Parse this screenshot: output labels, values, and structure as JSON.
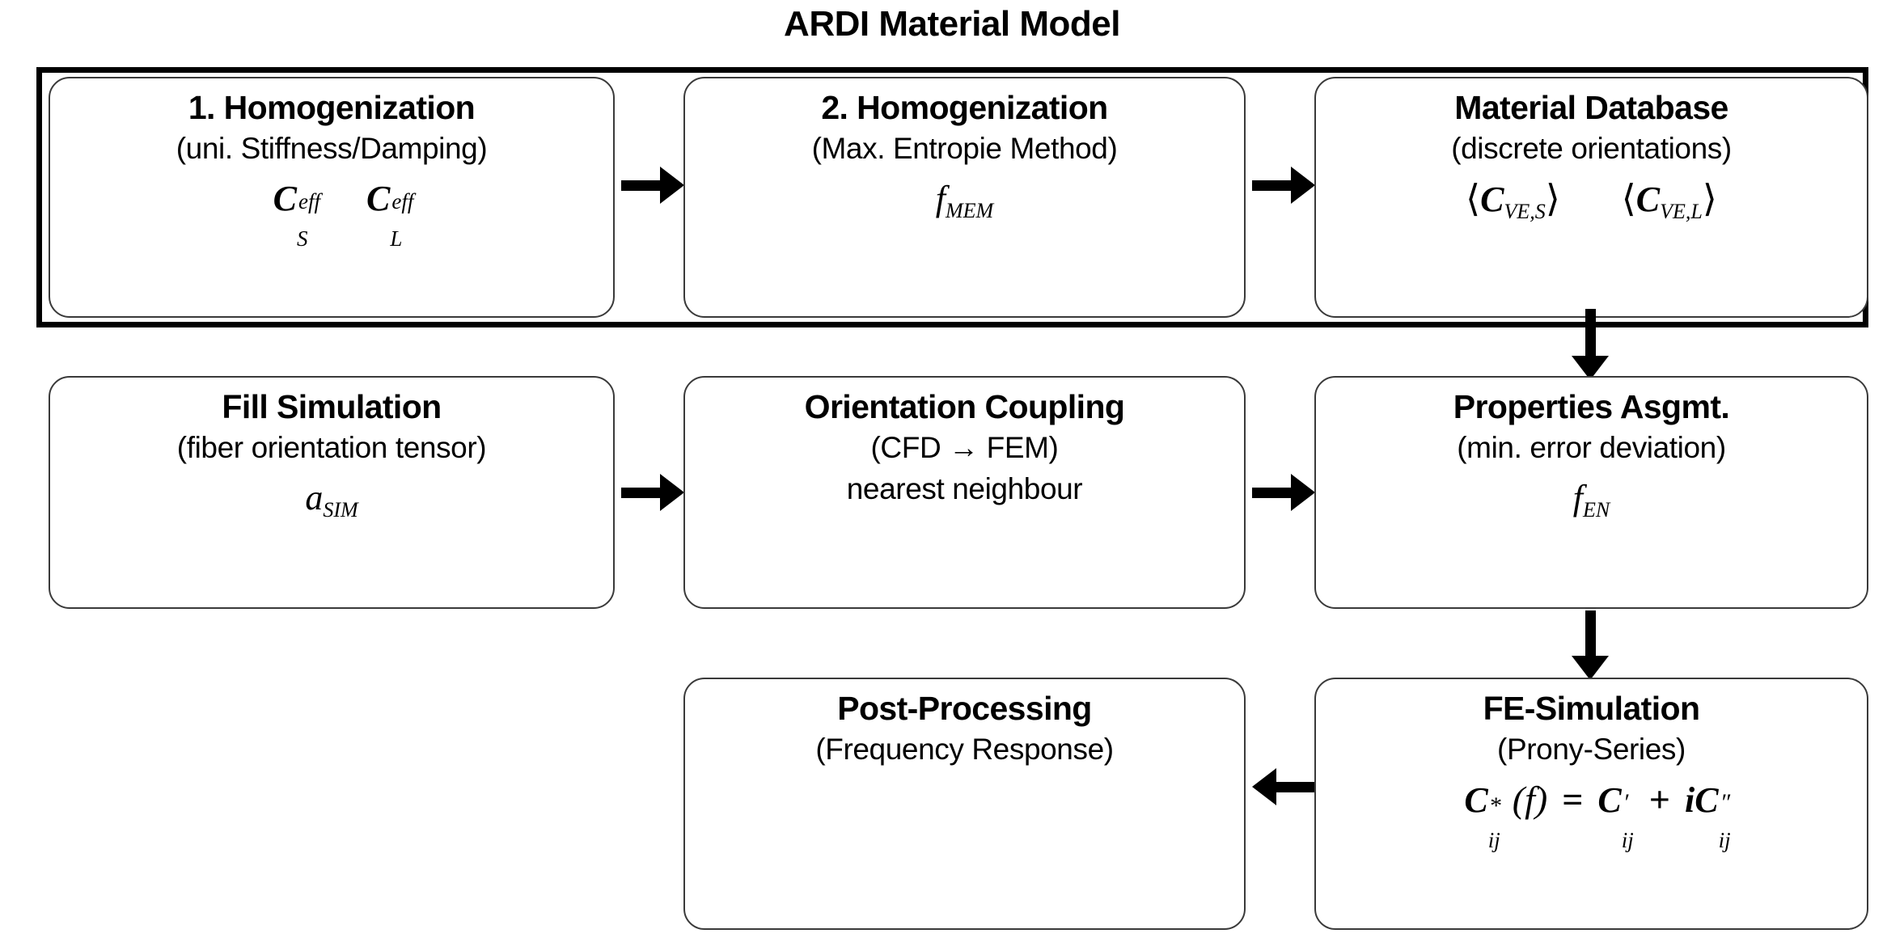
{
  "diagram": {
    "title": "ARDI Material Model",
    "group_frame_label": "ardi-material-model-group"
  },
  "nodes": {
    "homogenization1": {
      "title": "1. Homogenization",
      "subtitle": "(uni. Stiffness/Damping)",
      "symbol1_base": "C",
      "symbol1_sup": "eff",
      "symbol1_sub": "S",
      "symbol2_base": "C",
      "symbol2_sup": "eff",
      "symbol2_sub": "L"
    },
    "homogenization2": {
      "title": "2. Homogenization",
      "subtitle": "(Max. Entropie Method)",
      "symbol_base": "f",
      "symbol_sub": "MEM"
    },
    "material_database": {
      "title": "Material Database",
      "subtitle": "(discrete orientations)",
      "symbol1_open": "⟨",
      "symbol1_base": "C",
      "symbol1_sub": "VE,S",
      "symbol1_close": "⟩",
      "symbol2_open": "⟨",
      "symbol2_base": "C",
      "symbol2_sub": "VE,L",
      "symbol2_close": "⟩"
    },
    "fill_simulation": {
      "title": "Fill Simulation",
      "subtitle": "(fiber orientation tensor)",
      "symbol_base": "a",
      "symbol_sub": "SIM"
    },
    "orientation_coupling": {
      "title": "Orientation Coupling",
      "subtitle": "(CFD → FEM)",
      "subtitle2": "nearest neighbour"
    },
    "properties_assignment": {
      "title": "Properties Asgmt.",
      "subtitle": "(min. error deviation)",
      "symbol_base": "f",
      "symbol_sub": "EN"
    },
    "fe_simulation": {
      "title": "FE-Simulation",
      "subtitle": "(Prony-Series)",
      "formula_lhs_base": "C",
      "formula_lhs_sup": "*",
      "formula_lhs_sub": "ij",
      "formula_arg": "(f)",
      "formula_eq": "=",
      "formula_rhs1_base": "C",
      "formula_rhs1_sup": "′",
      "formula_rhs1_sub": "ij",
      "formula_plus": "+",
      "formula_rhs2_i": "i",
      "formula_rhs2_base": "C",
      "formula_rhs2_sup": "″",
      "formula_rhs2_sub": "ij"
    },
    "post_processing": {
      "title": "Post-Processing",
      "subtitle": "(Frequency Response)"
    }
  },
  "arrows": {
    "a1": "homogenization1-to-homogenization2",
    "a2": "homogenization2-to-material-database",
    "a3": "material-database-to-properties-assignment",
    "a4": "fill-simulation-to-orientation-coupling",
    "a5": "orientation-coupling-to-properties-assignment",
    "a6": "properties-assignment-to-fe-simulation",
    "a7": "fe-simulation-to-post-processing"
  },
  "colors": {
    "stroke": "#000000",
    "box_border": "#3a3a3a",
    "background": "#ffffff"
  }
}
